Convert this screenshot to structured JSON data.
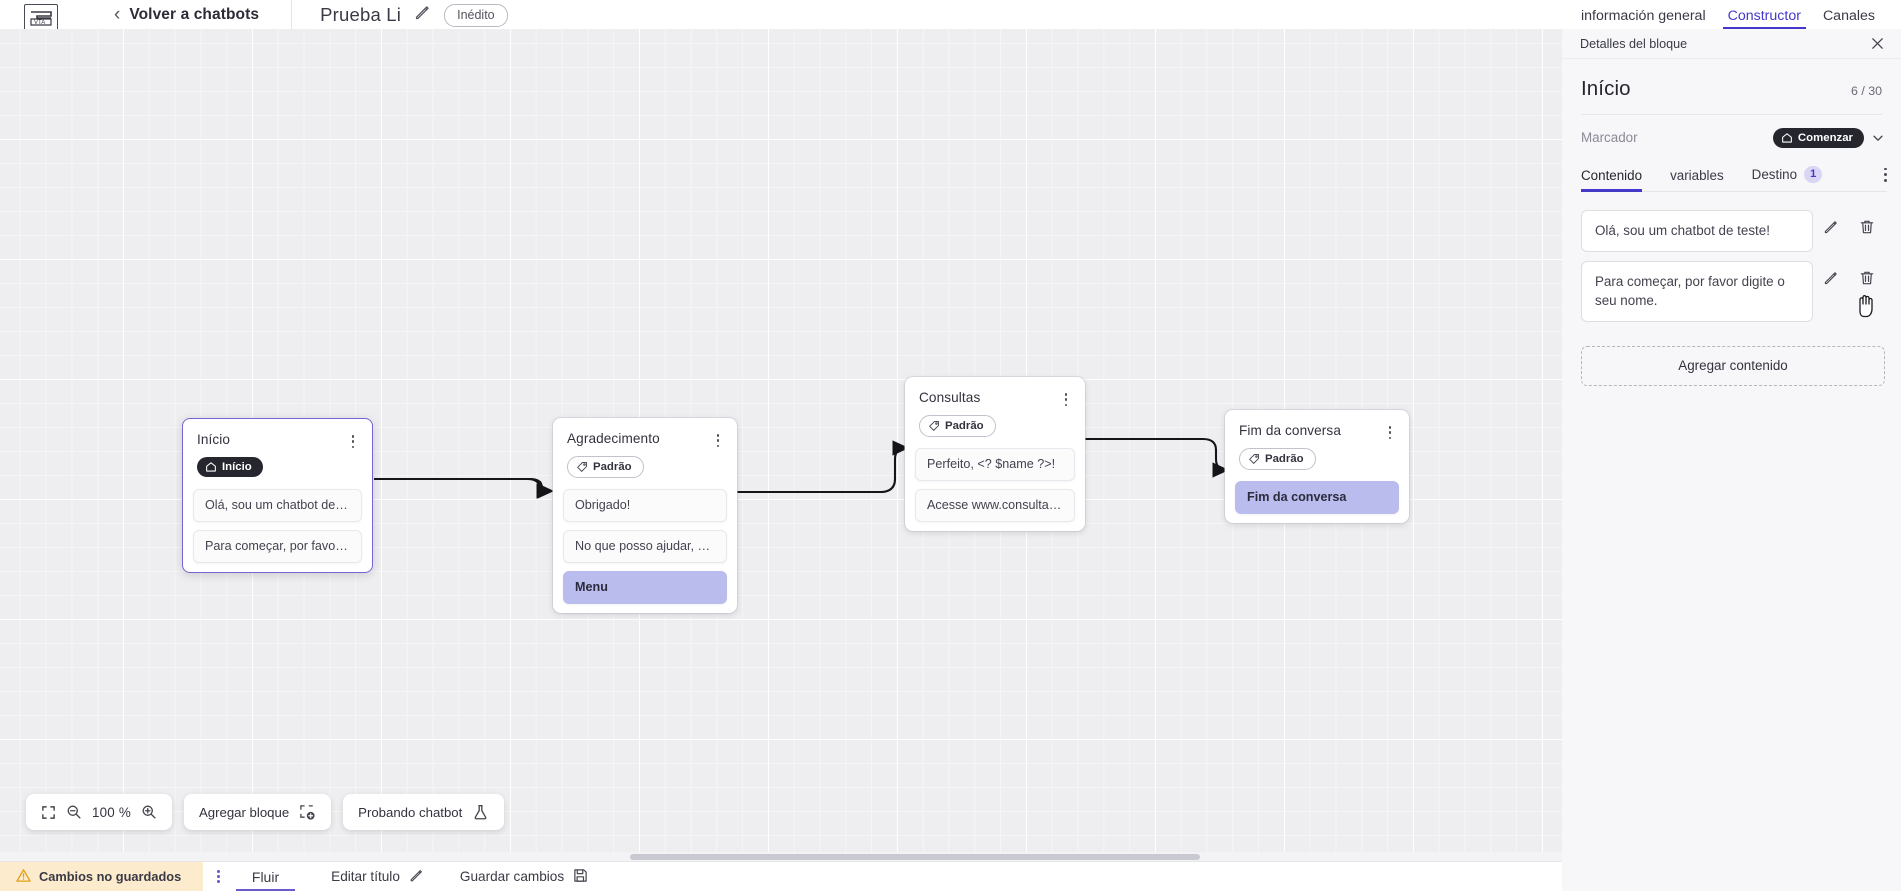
{
  "topbar": {
    "logo_icon": "vtex-logo-icon",
    "back_icon": "chevron-left-icon",
    "back_label": "Volver a chatbots",
    "chat_title": "Prueba Li",
    "edit_icon": "pencil-icon",
    "status_badge": "Inédito"
  },
  "canvas": {
    "zoom_toolbar": {
      "fit_icon": "fit-screen-icon",
      "zoom_out_icon": "zoom-out-icon",
      "zoom_level": "100 %",
      "zoom_in_icon": "zoom-in-icon"
    },
    "add_block_label": "Agregar bloque",
    "add_block_icon": "add-block-icon",
    "test_chatbot_label": "Probando chatbot",
    "test_chatbot_icon": "flask-icon",
    "nodes": [
      {
        "title": "Início",
        "tag": "Início",
        "tag_style": "dark",
        "tag_icon": "home-icon",
        "messages": [
          {
            "text": "Olá, sou um chatbot de teste!",
            "highlight": false
          },
          {
            "text": "Para começar, por favor digite o …",
            "highlight": false
          }
        ]
      },
      {
        "title": "Agradecimento",
        "tag": "Padrão",
        "tag_style": "light",
        "tag_icon": "tag-icon",
        "messages": [
          {
            "text": "Obrigado!",
            "highlight": false
          },
          {
            "text": "No que posso ajudar, <? $name …",
            "highlight": false
          },
          {
            "text": "Menu",
            "highlight": true
          }
        ]
      },
      {
        "title": "Consultas",
        "tag": "Padrão",
        "tag_style": "light",
        "tag_icon": "tag-icon",
        "messages": [
          {
            "text": "Perfeito, <? $name ?>!",
            "highlight": false
          },
          {
            "text": "Acesse www.consultas.com par…",
            "highlight": false
          }
        ]
      },
      {
        "title": "Fim da conversa",
        "tag": "Padrão",
        "tag_style": "light",
        "tag_icon": "tag-icon",
        "messages": [
          {
            "text": "Fim da conversa",
            "highlight": true
          }
        ]
      }
    ]
  },
  "statusbar": {
    "unsaved_icon": "warning-icon",
    "unsaved_label": "Cambios no guardados",
    "kebab_icon": "kebab-menu-icon",
    "flow_tab": "Fluir",
    "edit_title_label": "Editar título",
    "edit_title_icon": "pencil-icon",
    "save_label": "Guardar cambios",
    "save_icon": "save-disk-icon"
  },
  "right_panel": {
    "tabs": [
      {
        "label": "información general",
        "active": false
      },
      {
        "label": "Constructor",
        "active": true
      },
      {
        "label": "Canales",
        "active": false
      }
    ],
    "header_title": "Detalles del bloque",
    "close_icon": "close-icon",
    "block_title": "Início",
    "char_count": "6 / 30",
    "marker_label": "Marcador",
    "marker_value": "Comenzar",
    "marker_icon": "home-icon",
    "marker_chevron": "chevron-down-icon",
    "sub_tabs": [
      {
        "label": "Contenido",
        "active": true,
        "badge": ""
      },
      {
        "label": "variables",
        "active": false,
        "badge": ""
      },
      {
        "label": "Destino",
        "active": false,
        "badge": "1"
      }
    ],
    "sub_tabs_kebab": "kebab-menu-icon",
    "content_items": [
      {
        "text": "Olá, sou um chatbot de teste!",
        "edit_icon": "pencil-icon",
        "delete_icon": "trash-icon"
      },
      {
        "text": "Para começar, por favor digite o seu nome.",
        "edit_icon": "pencil-icon",
        "delete_icon": "trash-icon"
      }
    ],
    "add_content_label": "Agregar contenido"
  },
  "colors": {
    "accent": "#4338ca",
    "node_selected": "#7b61d8",
    "highlight_msg": "#b9bcec",
    "unsaved_bg": "#fdebcd",
    "canvas_bg": "#eeeef0"
  }
}
